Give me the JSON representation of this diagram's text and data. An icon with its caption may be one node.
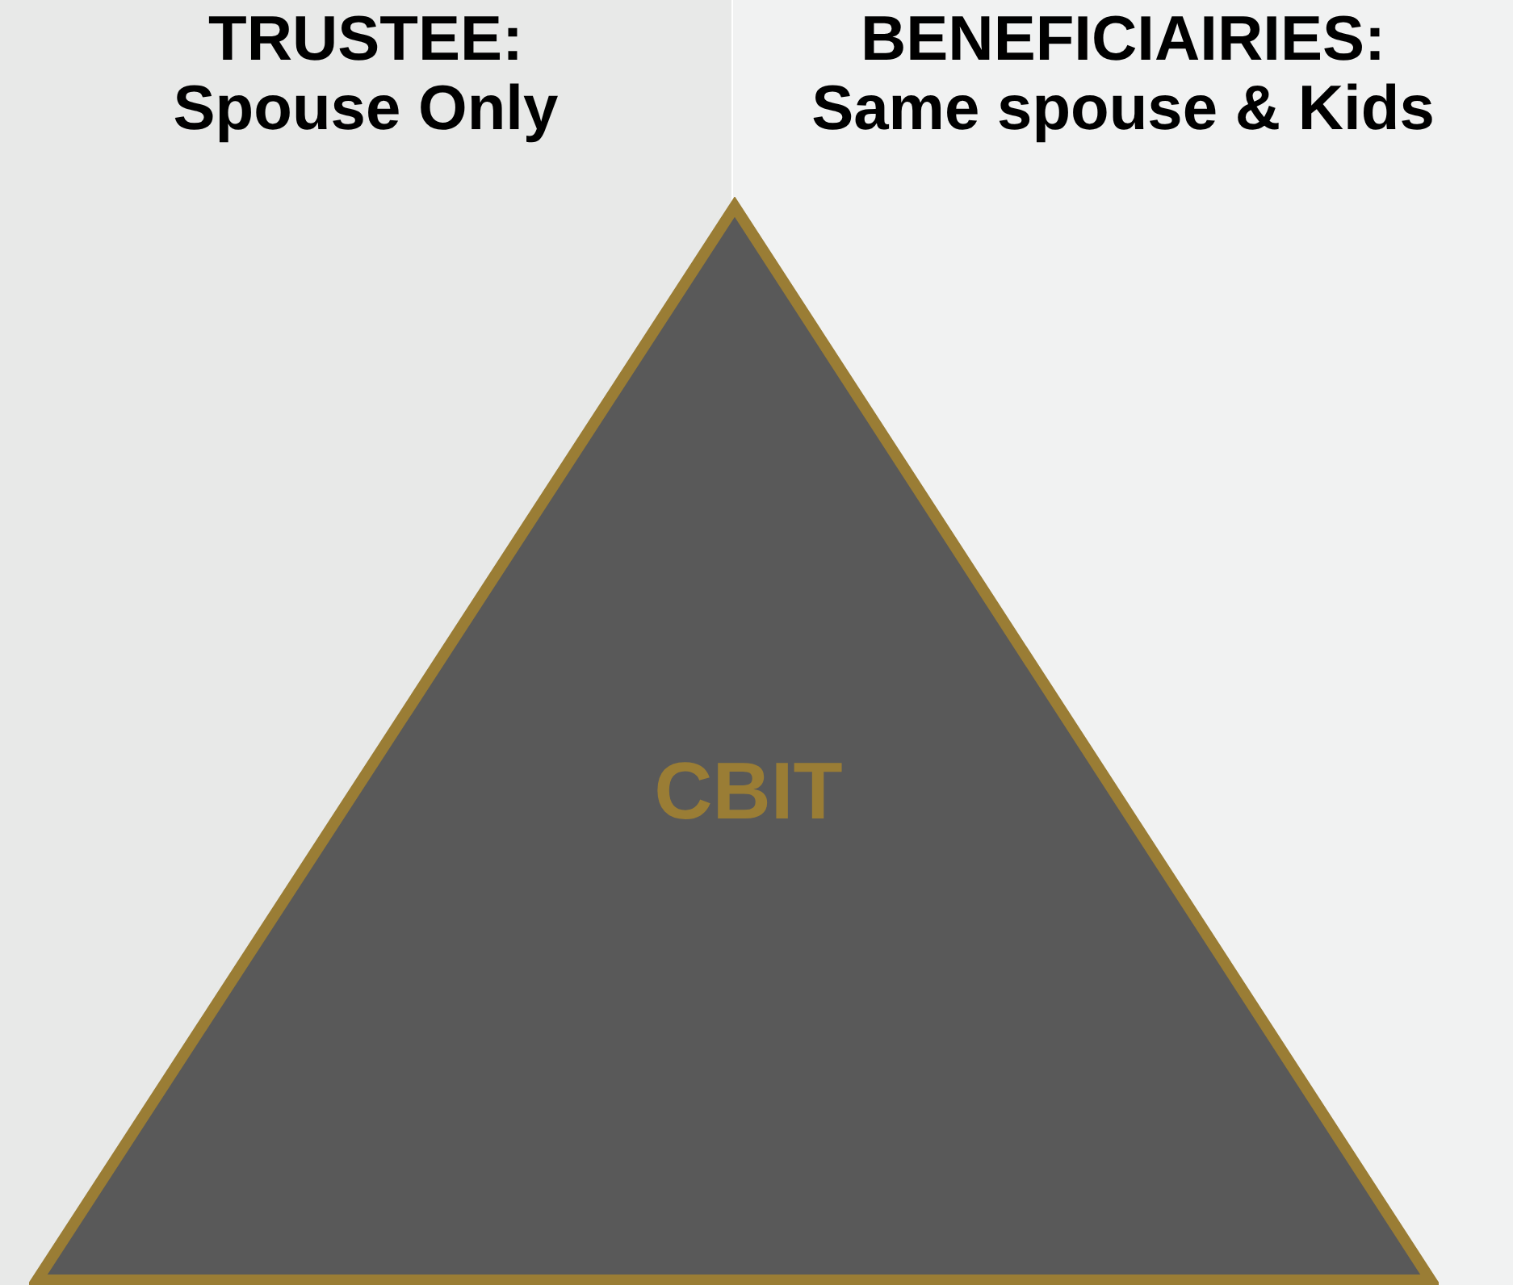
{
  "diagram": {
    "nodes": [
      {
        "text": [
          "CBIT"
        ]
      }
    ],
    "labels": [
      "TRUSTEE: Spouse Only",
      "BENEFICIAIRIES: Same spouse & Kids"
    ]
  }
}
